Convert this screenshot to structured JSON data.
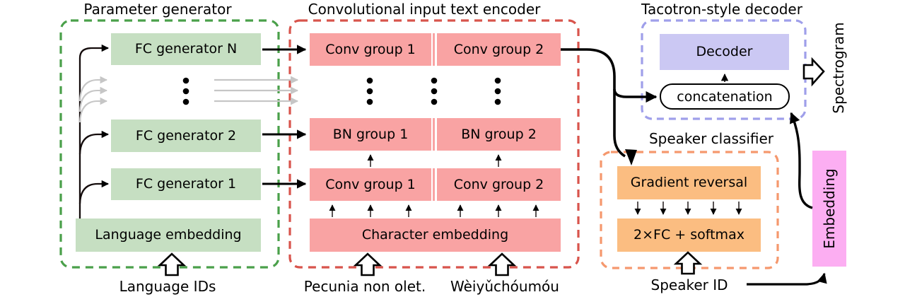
{
  "parameter_generator": {
    "title": "Parameter generator",
    "blocks": {
      "fc_n": "FC generator N",
      "fc_2": "FC generator 2",
      "fc_1": "FC generator 1",
      "language_embedding": "Language embedding"
    },
    "input_label": "Language IDs"
  },
  "encoder": {
    "title": "Convolutional input text encoder",
    "rows": {
      "conv_top": [
        "Conv group 1",
        "Conv group 2"
      ],
      "bn": [
        "BN group 1",
        "BN group 2"
      ],
      "conv_bottom": [
        "Conv group 1",
        "Conv group 2"
      ]
    },
    "character_embedding": "Character embedding",
    "inputs": [
      "Pecunia non olet.",
      "Wèiyǔchóumóu"
    ]
  },
  "decoder": {
    "title": "Tacotron-style decoder",
    "decoder_block": "Decoder",
    "concatenation": "concatenation",
    "output_label": "Spectrogram"
  },
  "speaker_classifier": {
    "title": "Speaker classifier",
    "gradient_reversal": "Gradient reversal",
    "fc_softmax": "2×FC + softmax",
    "input_label": "Speaker ID"
  },
  "embedding_block": "Embedding",
  "colors": {
    "green_fill": "#c6dfc2",
    "green_dash": "#4aa04a",
    "pink_fill": "#f9a3a3",
    "red_dash": "#d8544c",
    "lavender_fill": "#cbc8f3",
    "blue_dash": "#9f9fea",
    "orange_fill": "#fbbd81",
    "orange_dash": "#f5986d",
    "magenta_fill": "#fcaef2",
    "gray_arrow": "#c6c6c6"
  }
}
